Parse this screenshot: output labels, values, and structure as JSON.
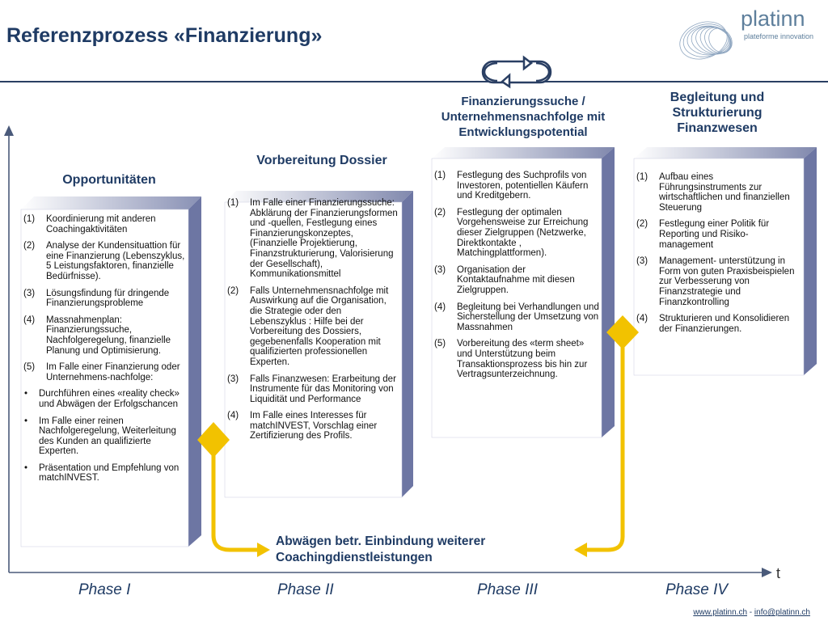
{
  "title": "Referenzprozess «Finanzierung»",
  "brand": {
    "name": "platinn",
    "tagline": "plateforme innovation"
  },
  "columns": [
    {
      "heading": "Opportunitäten",
      "items": [
        {
          "num": "(1)",
          "text": "Koordinierung mit anderen Coachingaktivitäten"
        },
        {
          "num": "(2)",
          "text": "Analyse der Kundensituattion für eine Finanzierung (Lebenszyklus, 5 Leistungsfaktoren, finanzielle Bedürfnisse)."
        },
        {
          "num": "(3)",
          "text": "Lösungsfindung für dringende Finanzierungsprobleme"
        },
        {
          "num": "(4)",
          "text": "Massnahmenplan: Finanzierungssuche, Nachfolgeregelung, finanzielle Planung und Optimisierung."
        },
        {
          "num": "(5)",
          "text": "Im Falle einer Finanzierung oder Unternehmens-nachfolge:"
        }
      ],
      "bullets": [
        {
          "mark": "•",
          "text": "Durchführen eines «reality check» und Abwägen der Erfolgschancen"
        },
        {
          "mark": "•",
          "text": "Im Falle einer reinen Nachfolgeregelung, Weiterleitung des Kunden an qualifizierte Experten."
        },
        {
          "mark": "•",
          "text": "Präsentation und Empfehlung von matchINVEST."
        }
      ]
    },
    {
      "heading": "Vorbereitung Dossier",
      "items": [
        {
          "num": "(1)",
          "text": "Im Falle einer Finanzierungssuche: Abklärung der Finanzierungsformen und -quellen, Festlegung eines Finanzierungskonzeptes, (Finanzielle Projektierung, Finanzstrukturierung, Valorisierung der Gesellschaft), Kommunikationsmittel"
        },
        {
          "num": "(2)",
          "text": "Falls Unternehmensnachfolge mit Auswirkung auf die Organisation, die Strategie oder den Lebenszyklus : Hilfe bei der Vorbereitung des Dossiers, gegebenenfalls Kooperation mit qualifizierten professionellen Experten."
        },
        {
          "num": "(3)",
          "text": "Falls Finanzwesen: Erarbeitung der Instrumente für das Monitoring von Liquidität und Performance"
        },
        {
          "num": "(4)",
          "text": "Im Falle eines Interesses für matchINVEST, Vorschlag einer Zertifizierung des Profils."
        }
      ]
    },
    {
      "heading": "Finanzierungssuche / Unternehmensnachfolge mit Entwicklungspotential",
      "items": [
        {
          "num": "(1)",
          "text": "Festlegung des Suchprofils von Investoren, potentiellen Käufern und Kreditgebern."
        },
        {
          "num": "(2)",
          "text": "Festlegung der optimalen Vorgehensweise zur Erreichung dieser Zielgruppen (Netzwerke, Direktkontakte , Matchingplattformen)."
        },
        {
          "num": "(3)",
          "text": "Organisation der Kontaktaufnahme mit diesen Zielgruppen."
        },
        {
          "num": "(4)",
          "text": "Begleitung bei Verhandlungen und Sicherstellung der Umsetzung von Massnahmen"
        },
        {
          "num": "(5)",
          "text": "Vorbereitung des «term sheet» und Unterstützung beim Transaktionsprozess bis hin zur Vertragsunterzeichnung."
        }
      ]
    },
    {
      "heading": "Begleitung und Strukturierung Finanzwesen",
      "items": [
        {
          "num": "(1)",
          "text": "Aufbau eines Führungsinstruments zur wirtschaftlichen und finanziellen Steuerung"
        },
        {
          "num": "(2)",
          "text": "Festlegung einer Politik für Reporting und Risiko-management"
        },
        {
          "num": "(3)",
          "text": "Management- unterstützung in Form von guten Praxisbeispielen zur Verbesserung von Finanzstrategie und Finanzkontrolling"
        },
        {
          "num": "(4)",
          "text": "Strukturieren und Konsolidieren der Finanzierungen."
        }
      ]
    }
  ],
  "bottom_text": "Abwägen betr. Einbindung weiterer Coachingdienstleistungen",
  "axis_label": "t",
  "phases": [
    "Phase I",
    "Phase II",
    "Phase III",
    "Phase IV"
  ],
  "footer": {
    "website": "www.platinn.ch",
    "separator": " - ",
    "email": "info@platinn.ch"
  },
  "colors": {
    "title": "#1f3b64",
    "box_face": "#ffffff",
    "box_edge": "#3c4a7a",
    "connector": "#f2c200",
    "axis": "#4a5a7a"
  }
}
